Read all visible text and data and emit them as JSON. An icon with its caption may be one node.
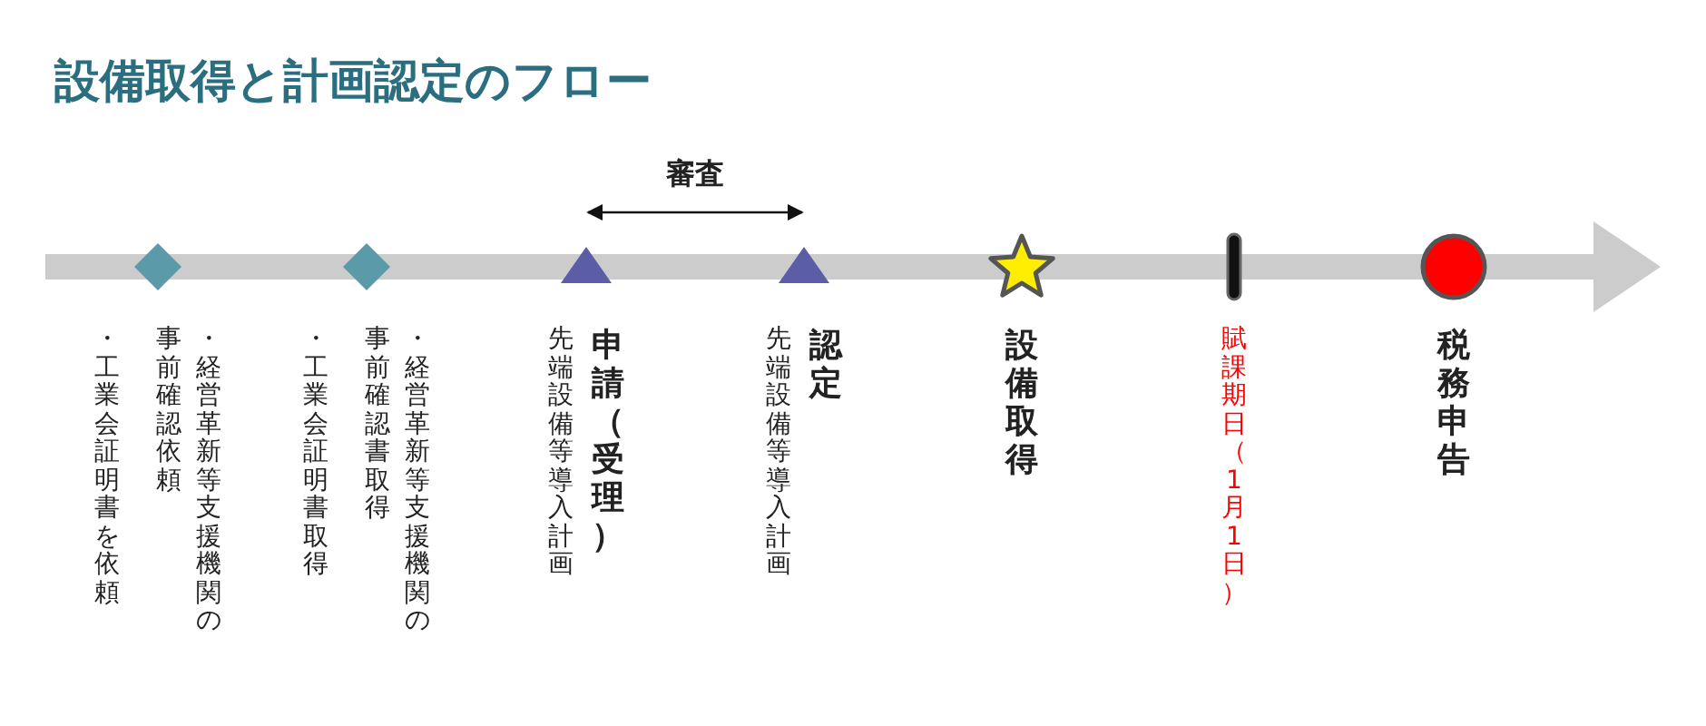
{
  "diagram": {
    "title": "設備取得と計画認定のフロー",
    "nodes": [
      {
        "text": [],
        "shape": "diamond",
        "beside": [
          "・経営革新等支援機関の事前確認依頼",
          "・工業会証明書を依頼"
        ]
      },
      {
        "text": [],
        "shape": "diamond",
        "beside": [
          "・経営革新等支援機関の事前確認書取得",
          "・工業会証明書取得"
        ]
      },
      {
        "text": [],
        "shape": "triangle",
        "beside": [
          "申請（受理）",
          "先端設備等導入計画"
        ]
      },
      {
        "text": [],
        "shape": "triangle",
        "beside": [
          "認定",
          "先端設備等導入計画"
        ]
      },
      {
        "text": [],
        "shape": "star",
        "beside": [
          "設備取得"
        ]
      },
      {
        "text": [],
        "shape": "bar",
        "beside": [
          "賦課期日（1月1日）"
        ]
      },
      {
        "text": [],
        "shape": "circle",
        "beside": [
          "税務申告"
        ]
      }
    ],
    "edges": [
      {
        "from": 2,
        "to": 3,
        "arrow": "both",
        "label": "審査"
      }
    ]
  }
}
